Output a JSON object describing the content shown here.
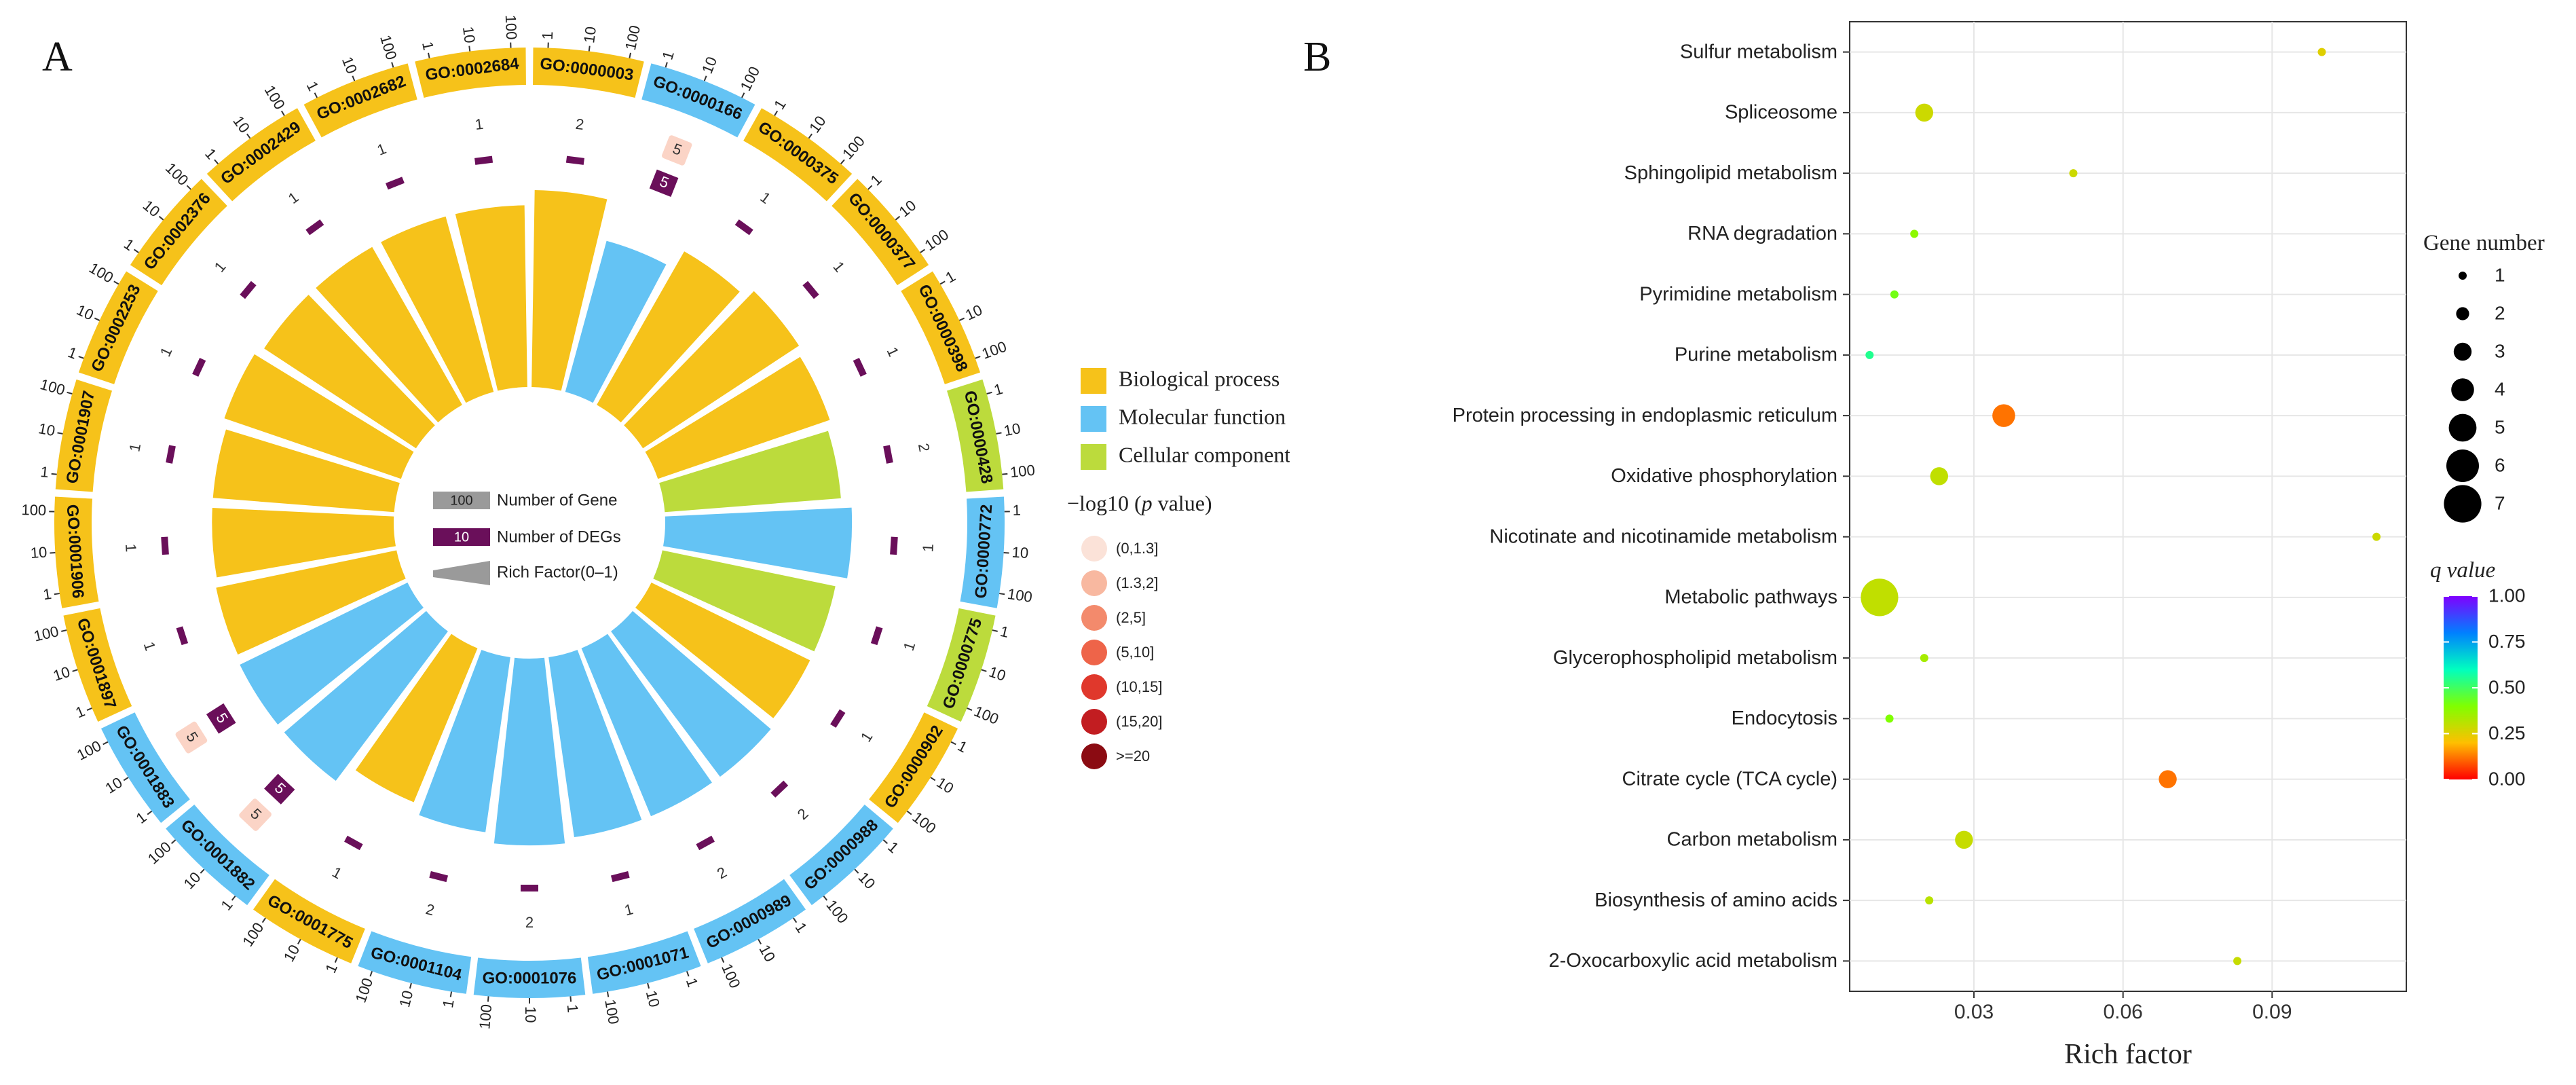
{
  "chart_data": [
    {
      "type": "circular-bar",
      "panel_label": "A",
      "go_terms": [
        {
          "id": "GO:0000003",
          "category": "bp",
          "max_count": "100",
          "degs": "2",
          "pval_class": 0,
          "rich": 0.78
        },
        {
          "id": "GO:0000166",
          "category": "mf",
          "max_count": "100",
          "degs": "5",
          "pval_class": 1,
          "rich": 0.62
        },
        {
          "id": "GO:0000375",
          "category": "bp",
          "max_count": "100",
          "degs": "1",
          "pval_class": 0,
          "rich": 0.7
        },
        {
          "id": "GO:0000377",
          "category": "bp",
          "max_count": "100",
          "degs": "1",
          "pval_class": 0,
          "rich": 0.74
        },
        {
          "id": "GO:0000398",
          "category": "bp",
          "max_count": "100",
          "degs": "1",
          "pval_class": 0,
          "rich": 0.72
        },
        {
          "id": "GO:0000428",
          "category": "cc",
          "max_count": "100",
          "degs": "2",
          "pval_class": 0,
          "rich": 0.7
        },
        {
          "id": "GO:0000772",
          "category": "mf",
          "max_count": "100",
          "degs": "1",
          "pval_class": 0,
          "rich": 0.74
        },
        {
          "id": "GO:0000775",
          "category": "cc",
          "max_count": "100",
          "degs": "1",
          "pval_class": 0,
          "rich": 0.7
        },
        {
          "id": "GO:0000902",
          "category": "bp",
          "max_count": "100",
          "degs": "1",
          "pval_class": 0,
          "rich": 0.7
        },
        {
          "id": "GO:0000988",
          "category": "mf",
          "max_count": "100",
          "degs": "2",
          "pval_class": 0,
          "rich": 0.72
        },
        {
          "id": "GO:0000989",
          "category": "mf",
          "max_count": "100",
          "degs": "2",
          "pval_class": 0,
          "rich": 0.72
        },
        {
          "id": "GO:0001071",
          "category": "mf",
          "max_count": "100",
          "degs": "1",
          "pval_class": 0,
          "rich": 0.72
        },
        {
          "id": "GO:0001076",
          "category": "mf",
          "max_count": "100",
          "degs": "2",
          "pval_class": 0,
          "rich": 0.74
        },
        {
          "id": "GO:0001104",
          "category": "mf",
          "max_count": "100",
          "degs": "2",
          "pval_class": 0,
          "rich": 0.7
        },
        {
          "id": "GO:0001775",
          "category": "bp",
          "max_count": "100",
          "degs": "1",
          "pval_class": 0,
          "rich": 0.66
        },
        {
          "id": "GO:0001882",
          "category": "mf",
          "max_count": "100",
          "degs": "5",
          "pval_class": 1,
          "rich": 0.74
        },
        {
          "id": "GO:0001883",
          "category": "mf",
          "max_count": "100",
          "degs": "5",
          "pval_class": 1,
          "rich": 0.74
        },
        {
          "id": "GO:0001897",
          "category": "bp",
          "max_count": "100",
          "degs": "1",
          "pval_class": 0,
          "rich": 0.73
        },
        {
          "id": "GO:0001906",
          "category": "bp",
          "max_count": "100",
          "degs": "1",
          "pval_class": 0,
          "rich": 0.72
        },
        {
          "id": "GO:0001907",
          "category": "bp",
          "max_count": "100",
          "degs": "1",
          "pval_class": 0,
          "rich": 0.72
        },
        {
          "id": "GO:0002253",
          "category": "bp",
          "max_count": "100",
          "degs": "1",
          "pval_class": 0,
          "rich": 0.74
        },
        {
          "id": "GO:0002376",
          "category": "bp",
          "max_count": "100",
          "degs": "1",
          "pval_class": 0,
          "rich": 0.72
        },
        {
          "id": "GO:0002429",
          "category": "bp",
          "max_count": "100",
          "degs": "1",
          "pval_class": 0,
          "rich": 0.72
        },
        {
          "id": "GO:0002682",
          "category": "bp",
          "max_count": "100",
          "degs": "1",
          "pval_class": 0,
          "rich": 0.72
        },
        {
          "id": "GO:0002684",
          "category": "bp",
          "max_count": "100",
          "degs": "1",
          "pval_class": 0,
          "rich": 0.72
        }
      ],
      "scale_ticks": [
        "1",
        "10",
        "100"
      ],
      "category_legend": [
        {
          "key": "bp",
          "label": "Biological process",
          "color": "#f6c21a"
        },
        {
          "key": "mf",
          "label": "Molecular function",
          "color": "#64c3f4"
        },
        {
          "key": "cc",
          "label": "Cellular component",
          "color": "#bcdb3c"
        }
      ],
      "center_legend": [
        {
          "value": "100",
          "label": "Number of Gene",
          "color": "#9a9a9a"
        },
        {
          "value": "10",
          "label": "Number of DEGs",
          "color": "#6a0f5a"
        },
        {
          "value": "",
          "label": "Rich Factor(0–1)",
          "color": "#9a9a9a"
        }
      ],
      "pvalue_legend": {
        "title_prefix": "−log10 (",
        "title_italic": "p",
        "title_suffix": " value)",
        "classes": [
          {
            "label": "(0,1.3]",
            "color": "#fbe2d8"
          },
          {
            "label": "(1.3,2]",
            "color": "#f8b8a0"
          },
          {
            "label": "(2,5]",
            "color": "#f38a6c"
          },
          {
            "label": "(5,10]",
            "color": "#ee6449"
          },
          {
            "label": "(10,15]",
            "color": "#e0382c"
          },
          {
            "label": "(15,20]",
            "color": "#c21d21"
          },
          {
            "label": ">=20",
            "color": "#8b0b12"
          }
        ]
      },
      "colors": {
        "degs": "#6a0f5a",
        "gene_bar": "#9a9a9a"
      }
    },
    {
      "type": "scatter",
      "panel_label": "B",
      "xlabel": "Rich factor",
      "xticks": [
        0.03,
        0.06,
        0.09
      ],
      "xlim": [
        0.005,
        0.117
      ],
      "categories": [
        "2-Oxocarboxylic acid metabolism",
        "Biosynthesis of amino acids",
        "Carbon metabolism",
        "Citrate cycle (TCA cycle)",
        "Endocytosis",
        "Glycerophospholipid metabolism",
        "Metabolic pathways",
        "Nicotinate and nicotinamide metabolism",
        "Oxidative phosphorylation",
        "Protein processing in endoplasmic reticulum",
        "Purine metabolism",
        "Pyrimidine metabolism",
        "RNA degradation",
        "Sphingolipid metabolism",
        "Spliceosome",
        "Sulfur metabolism"
      ],
      "points": [
        {
          "term": "2-Oxocarboxylic acid metabolism",
          "x": 0.083,
          "genes": 1,
          "q": 0.29
        },
        {
          "term": "Biosynthesis of amino acids",
          "x": 0.021,
          "genes": 1,
          "q": 0.31
        },
        {
          "term": "Carbon metabolism",
          "x": 0.028,
          "genes": 3,
          "q": 0.29
        },
        {
          "term": "Citrate cycle (TCA cycle)",
          "x": 0.069,
          "genes": 3,
          "q": 0.12
        },
        {
          "term": "Endocytosis",
          "x": 0.013,
          "genes": 1,
          "q": 0.4
        },
        {
          "term": "Glycerophospholipid metabolism",
          "x": 0.02,
          "genes": 1,
          "q": 0.34
        },
        {
          "term": "Metabolic pathways",
          "x": 0.011,
          "genes": 7,
          "q": 0.3
        },
        {
          "term": "Nicotinate and nicotinamide metabolism",
          "x": 0.111,
          "genes": 1,
          "q": 0.28
        },
        {
          "term": "Oxidative phosphorylation",
          "x": 0.023,
          "genes": 3,
          "q": 0.3
        },
        {
          "term": "Protein processing in endoplasmic reticulum",
          "x": 0.036,
          "genes": 4,
          "q": 0.12
        },
        {
          "term": "Purine metabolism",
          "x": 0.009,
          "genes": 1,
          "q": 0.55
        },
        {
          "term": "Pyrimidine metabolism",
          "x": 0.014,
          "genes": 1,
          "q": 0.42
        },
        {
          "term": "RNA degradation",
          "x": 0.018,
          "genes": 1,
          "q": 0.38
        },
        {
          "term": "Sphingolipid metabolism",
          "x": 0.05,
          "genes": 1,
          "q": 0.28
        },
        {
          "term": "Spliceosome",
          "x": 0.02,
          "genes": 3,
          "q": 0.28
        },
        {
          "term": "Sulfur metabolism",
          "x": 0.1,
          "genes": 1,
          "q": 0.25
        }
      ],
      "size_legend": {
        "title": "Gene number",
        "values": [
          1,
          2,
          3,
          4,
          5,
          6,
          7
        ]
      },
      "color_legend": {
        "title": "q value",
        "ticks": [
          "1.00",
          "0.75",
          "0.50",
          "0.25",
          "0.00"
        ],
        "stops": [
          "#ff0000",
          "#ffbf00",
          "#80ff00",
          "#00ffbf",
          "#0080ff",
          "#8000ff"
        ]
      },
      "grid": true
    }
  ]
}
